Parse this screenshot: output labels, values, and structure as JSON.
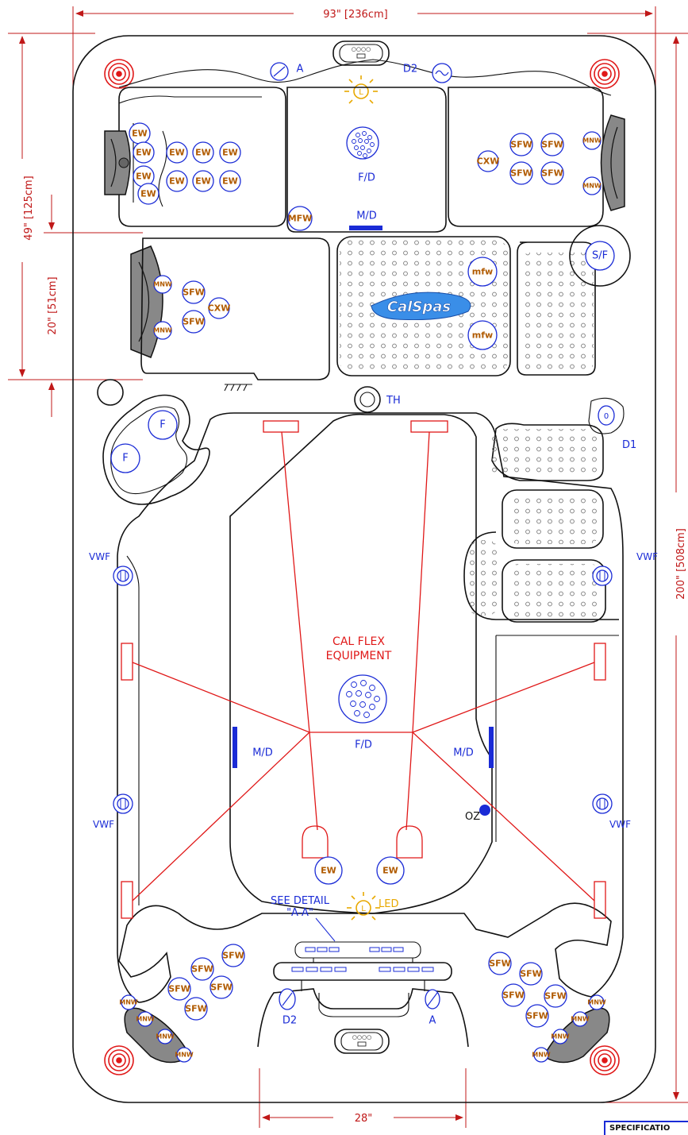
{
  "dimensions": {
    "width_top": "93\" [236cm]",
    "height_left": "49\" [125cm]",
    "sub_left": "20\" [51cm]",
    "height_right": "200\" [508cm]",
    "bottom_width": "28\""
  },
  "labels": {
    "a_top": "A",
    "d2_top": "D2",
    "fd_top": "F/D",
    "md_top": "M/D",
    "sf": "S/F",
    "th": "TH",
    "d1": "D1",
    "equipment_line1": "CAL FLEX",
    "equipment_line2": "EQUIPMENT",
    "fd_center": "F/D",
    "md_left": "M/D",
    "md_right": "M/D",
    "vwf_left_top": "VWF",
    "vwf_right_top": "VWF",
    "vwf_left_bottom": "VWF",
    "vwf_right_bottom": "VWF",
    "oz": "OZ",
    "led": "LED",
    "see_detail_line1": "SEE DETAIL",
    "see_detail_line2": "\"A-A\"",
    "d2_bottom": "D2",
    "a_bottom": "A",
    "logo": "CalSpas",
    "spec_tab": "SPECIFICATIO"
  },
  "jets": {
    "ew": "EW",
    "sfw": "SFW",
    "mnw": "MNW",
    "cxw": "CXW",
    "mfw_upper": "MFW",
    "mfw_lower": "mfw",
    "f": "F"
  },
  "colors": {
    "outline": "#111111",
    "jet_ring": "#1a2bd6",
    "jet_text": "#b05a00",
    "plumbing": "#e01818",
    "dimension": "#c01818",
    "light": "#e8a800",
    "logo": "#3a8ee8"
  }
}
